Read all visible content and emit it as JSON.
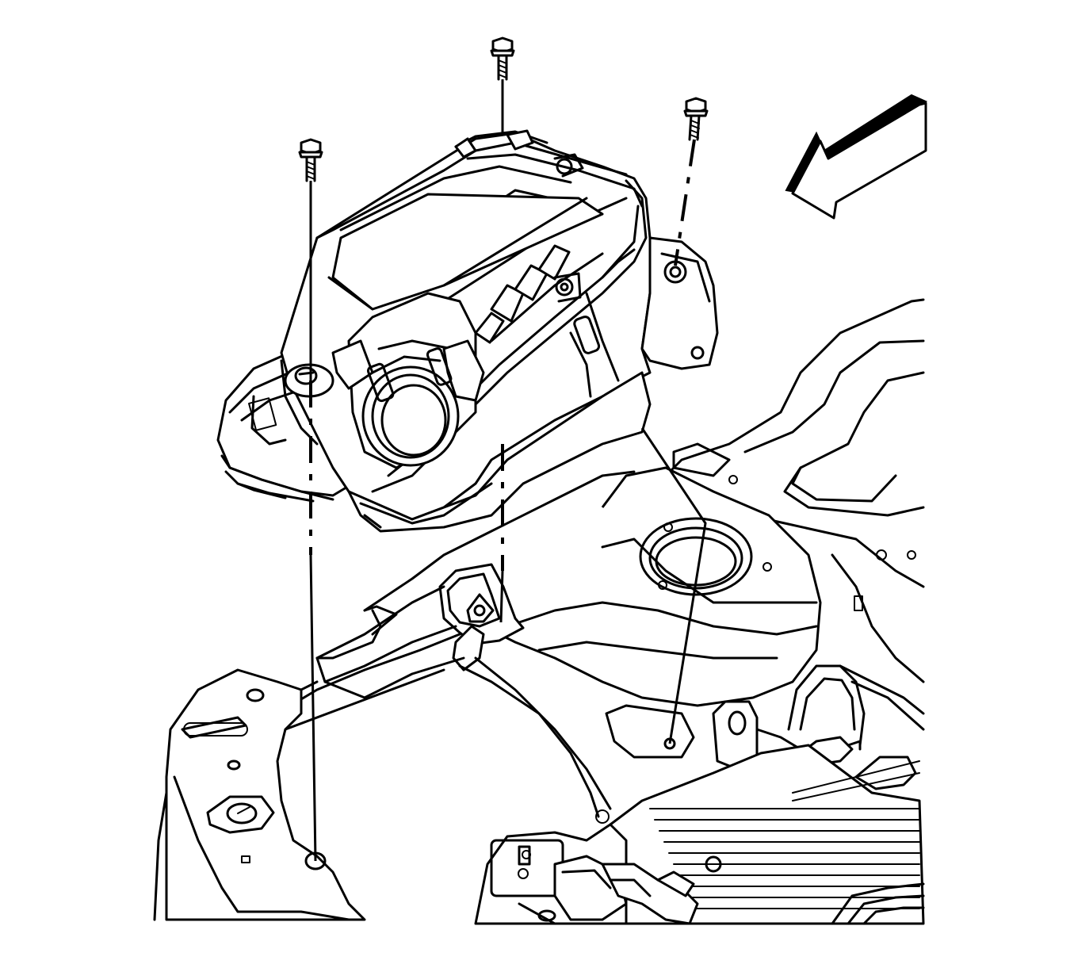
{
  "figure": {
    "kind": "exploded-view line illustration",
    "components": [
      {
        "id": "air-cleaner-housing",
        "icon": "air-cleaner-housing-icon"
      },
      {
        "id": "fastener-left",
        "icon": "bolt-icon"
      },
      {
        "id": "fastener-center",
        "icon": "bolt-icon"
      },
      {
        "id": "fastener-right",
        "icon": "bolt-icon"
      },
      {
        "id": "direction-arrow",
        "icon": "front-arrow-icon"
      },
      {
        "id": "engine-bay",
        "icon": "engine-compartment-icon"
      }
    ],
    "colors": {
      "ink": "#000000",
      "paper": "#ffffff"
    }
  }
}
